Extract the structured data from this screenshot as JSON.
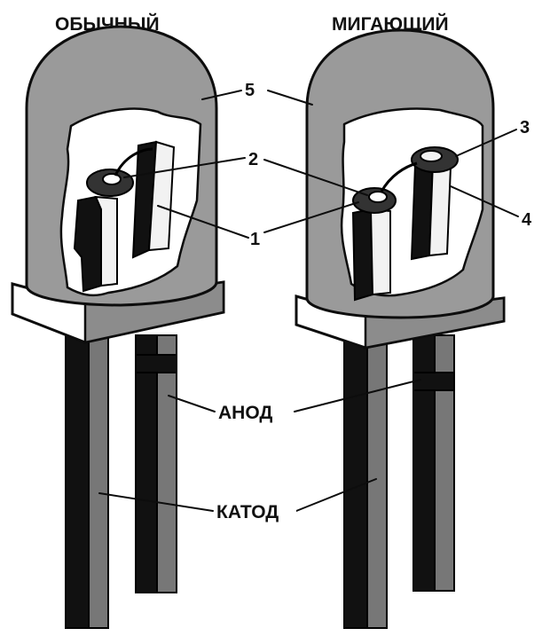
{
  "titles": {
    "left": "ОБЫЧНЫЙ",
    "right": "МИГАЮЩИЙ"
  },
  "callouts": {
    "n1": "1",
    "n2": "2",
    "n3": "3",
    "n4": "4",
    "n5": "5"
  },
  "pins": {
    "anode": "АНОД",
    "cathode": "КАТОД"
  }
}
